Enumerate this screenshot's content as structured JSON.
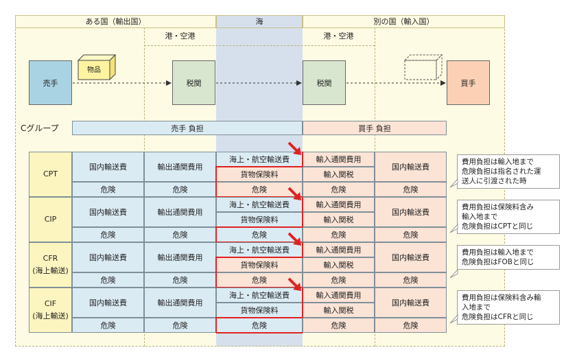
{
  "header": {
    "export_country": "ある国（輸出国）",
    "sea": "海",
    "import_country": "別の国（輸入国）",
    "port_export": "港・空港",
    "port_import": "港・空港"
  },
  "flow": {
    "seller": "売手",
    "goods": "物品",
    "customs_export": "税関",
    "customs_import": "税関",
    "buyer": "買手"
  },
  "group": {
    "label": "Cグループ",
    "seller_burden": "売手 負担",
    "buyer_burden": "買手 負担"
  },
  "labels": {
    "domestic_transport": "国内輸送費",
    "export_clearance": "輸出通関費用",
    "sea_air_freight": "海上・航空輸送費",
    "cargo_insurance": "貨物保険料",
    "risk": "危険",
    "import_clearance": "輸入通関費用",
    "import_duty": "輸入関税"
  },
  "terms": [
    {
      "name": "CPT",
      "sub": "",
      "note": [
        "費用負担は輸入地まで",
        "危険負担は指名された運",
        "送人に引渡された時"
      ]
    },
    {
      "name": "CIP",
      "sub": "",
      "note": [
        "費用負担は保険料含み",
        "輸入地まで",
        "危険負担はCPTと同じ"
      ]
    },
    {
      "name": "CFR",
      "sub": "(海上輸送)",
      "note": [
        "費用負担は輸入地まで",
        "危険負担はFOBと同じ"
      ]
    },
    {
      "name": "CIF",
      "sub": "(海上輸送)",
      "note": [
        "費用負担は保険料含み輸",
        "入地まで",
        "危険負担はCFRと同じ"
      ]
    }
  ],
  "colors": {
    "seller_side": "#dbebf4",
    "buyer_side": "#fbe3d6",
    "sea": "#d6e0ec",
    "risk_marker": "#e02020"
  }
}
